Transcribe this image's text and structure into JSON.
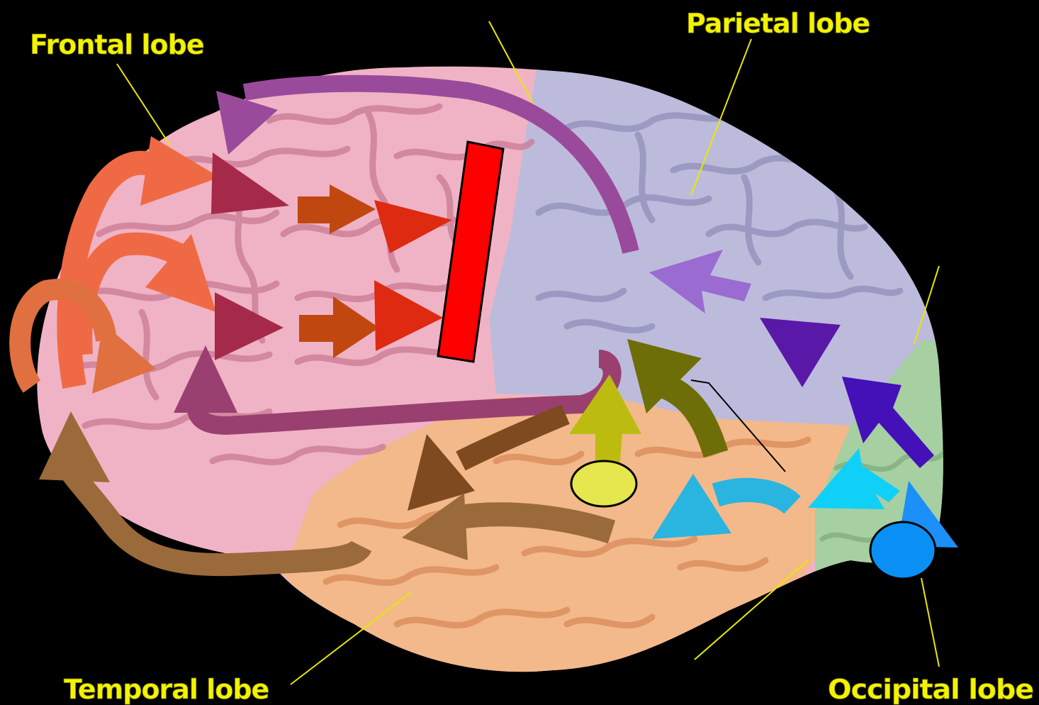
{
  "labels": {
    "frontal": "Frontal lobe",
    "parietal": "Parietal lobe",
    "temporal": "Temporal lobe",
    "occipital": "Occipital lobe"
  },
  "colors": {
    "background": "#000000",
    "label_text": "#f3f300",
    "frontal_lobe": "#f0b3c5",
    "parietal_lobe": "#bdbbdc",
    "temporal_lobe": "#f3b98a",
    "occipital_lobe": "#a6cfa2",
    "marker_bar": "#ff0000",
    "marker_ellipse_yellow": "#e6e64d",
    "marker_ellipse_blue": "#0a90f5"
  },
  "arrow_colors": {
    "frontal_loops": "#ef6a44",
    "frontal_small_loop": "#e07040",
    "maroon": "#a52a4a",
    "rust": "#c04810",
    "red": "#dd2a10",
    "purple_top": "#9a4a9a",
    "purple_bottom": "#9a4070",
    "lavender": "#9a6bd0",
    "violet": "#5a18a8",
    "indigo": "#4410b8",
    "olive": "#6e6e08",
    "yellow_olive": "#bcbc10",
    "brown_dark": "#7f4a1f",
    "brown": "#9b6a3a",
    "sky": "#2ab4e0",
    "cyan": "#10d0f8",
    "blue": "#1a90f8"
  }
}
